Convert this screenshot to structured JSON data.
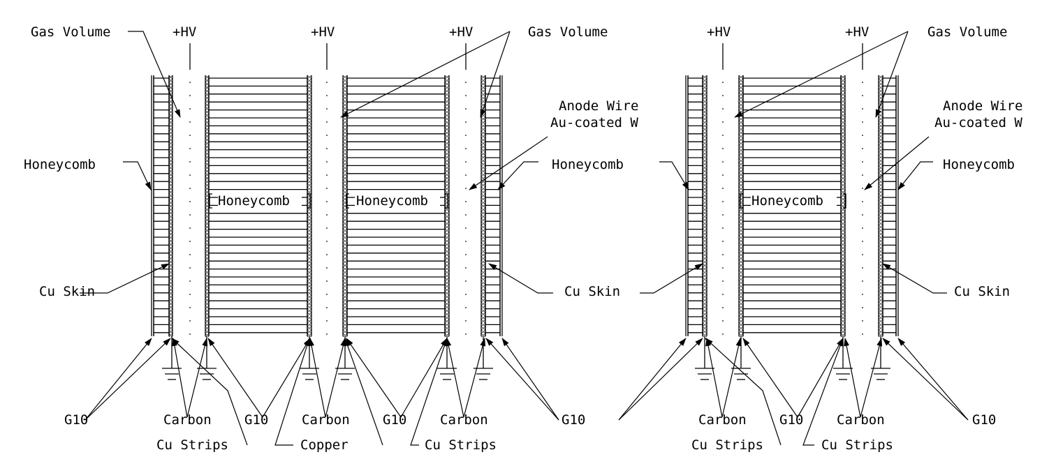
{
  "labels": {
    "gas_volume": "Gas Volume",
    "hv": "+HV",
    "honeycomb": "Honeycomb",
    "anode_wire_line1": "Anode Wire",
    "anode_wire_line2": "Au-coated W",
    "cu_skin": "Cu Skin",
    "g10": "G10",
    "carbon": "Carbon",
    "cu_strips": "Cu Strips",
    "copper": "Copper"
  },
  "colors": {
    "line": "#000000",
    "background": "#ffffff"
  }
}
